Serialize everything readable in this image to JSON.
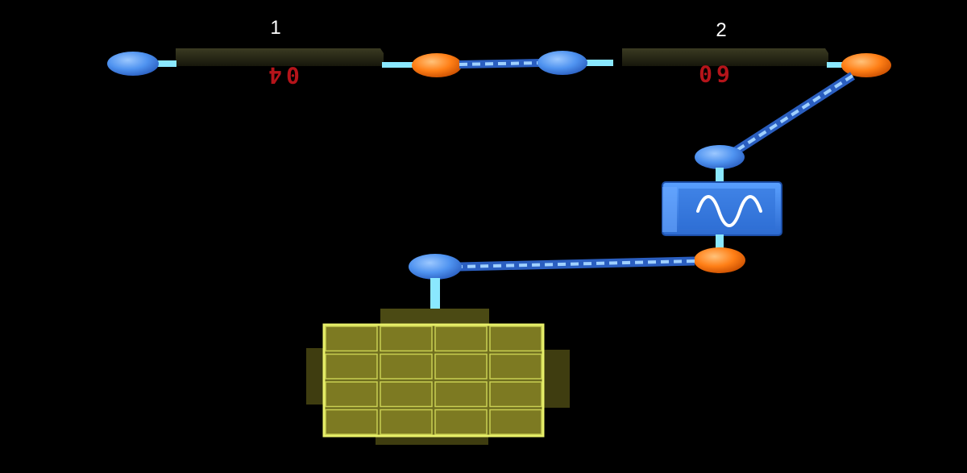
{
  "colors": {
    "background": "#000000",
    "input_port": "#5aa0ff",
    "output_port": "#ff8a1f",
    "wire": "#7fb8ff",
    "connector_stem": "#8ae8ff",
    "display_text": "#b5141a",
    "grid": "#e8f06a",
    "filter_block": "#3b82e6"
  },
  "blocks": [
    {
      "label": "1",
      "display_value": "04",
      "display_orientation": "mirrored"
    },
    {
      "label": "2",
      "display_value": "60",
      "display_orientation": "mirrored"
    }
  ],
  "filter": {
    "icon": "sine-wave-icon"
  },
  "output": {
    "icon": "grid-panel-icon",
    "grid_cols": 4,
    "grid_rows": 4
  }
}
